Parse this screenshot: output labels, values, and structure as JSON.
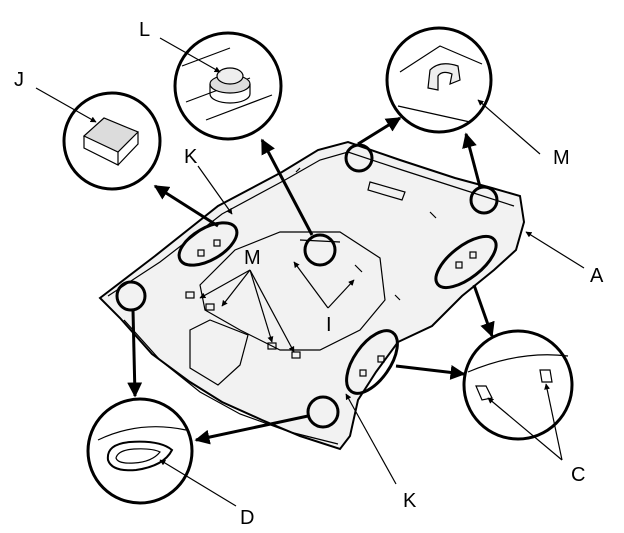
{
  "labels": {
    "a": "A",
    "c": "C",
    "d": "D",
    "i": "I",
    "j": "J",
    "k_top": "K",
    "k_bottom": "K",
    "l": "L",
    "m_top": "M",
    "m_mid": "M"
  }
}
